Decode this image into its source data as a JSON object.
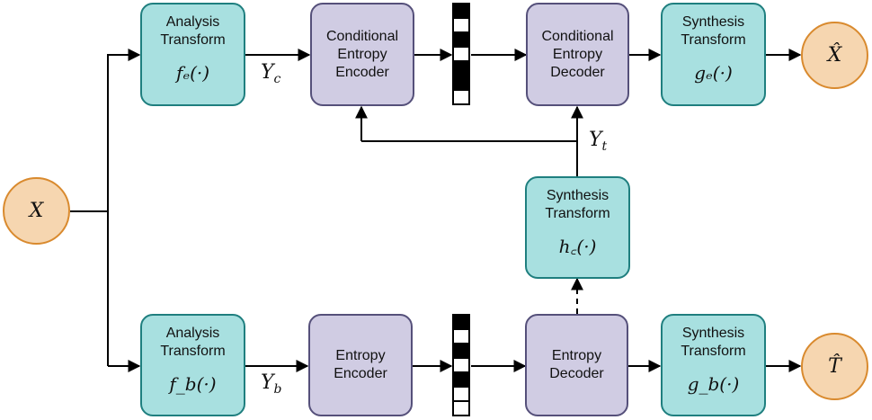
{
  "blocks": {
    "analysis_top": {
      "line1": "Analysis",
      "line2": "Transform",
      "math": "fₑ(·)"
    },
    "cond_encoder": {
      "line1": "Conditional",
      "line2": "Entropy",
      "line3": "Encoder"
    },
    "cond_decoder": {
      "line1": "Conditional",
      "line2": "Entropy",
      "line3": "Decoder"
    },
    "synthesis_top": {
      "line1": "Synthesis",
      "line2": "Transform",
      "math": "gₑ(·)"
    },
    "synthesis_mid": {
      "line1": "Synthesis",
      "line2": "Transform",
      "math": "h꜀(·)"
    },
    "analysis_bottom": {
      "line1": "Analysis",
      "line2": "Transform",
      "math": "f_b(·)"
    },
    "entropy_encoder": {
      "line1": "Entropy",
      "line2": "Encoder"
    },
    "entropy_decoder": {
      "line1": "Entropy",
      "line2": "Decoder"
    },
    "synthesis_bottom": {
      "line1": "Synthesis",
      "line2": "Transform",
      "math": "g_b(·)"
    }
  },
  "nodes": {
    "input": "X",
    "output_top": "X̂",
    "output_bottom": "T̂"
  },
  "signals": {
    "yc": {
      "base": "Y",
      "sub": "c"
    },
    "yb": {
      "base": "Y",
      "sub": "b"
    },
    "yt": {
      "base": "Y",
      "sub": "t"
    }
  },
  "colors": {
    "transform_fill": "#a8e0e0",
    "transform_border": "#1f7f7f",
    "coder_fill": "#d0cce3",
    "coder_border": "#55507a",
    "node_fill": "#f6d6b0",
    "node_border": "#d98a2e"
  }
}
